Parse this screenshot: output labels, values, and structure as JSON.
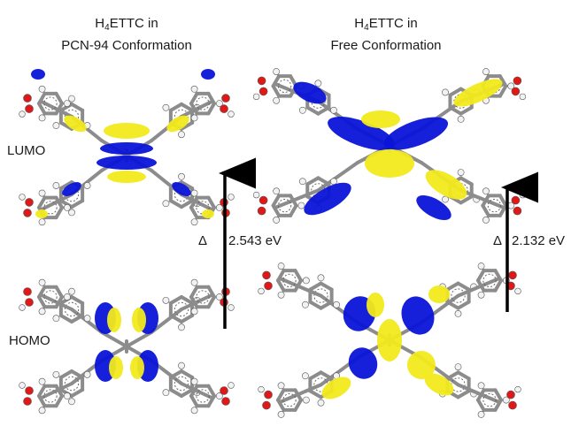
{
  "panels": {
    "left": {
      "title_prefix": "H",
      "title_subscript": "4",
      "title_suffix": "ETTC in",
      "title_line2": "PCN-94 Conformation",
      "gap_delta": "Δ",
      "gap_value": "2.543 eV"
    },
    "right": {
      "title_prefix": "H",
      "title_subscript": "4",
      "title_suffix": "ETTC in",
      "title_line2": "Free Conformation",
      "gap_delta": "Δ",
      "gap_value": "2.132 eV"
    }
  },
  "row_labels": {
    "lumo": "LUMO",
    "homo": "HOMO"
  },
  "colors": {
    "orbital_positive": "#0a14d8",
    "orbital_negative": "#f2ea1c",
    "carbon": "#8c8c8c",
    "hydrogen": "#f2f2f2",
    "oxygen": "#e01818",
    "arrow": "#000000"
  }
}
